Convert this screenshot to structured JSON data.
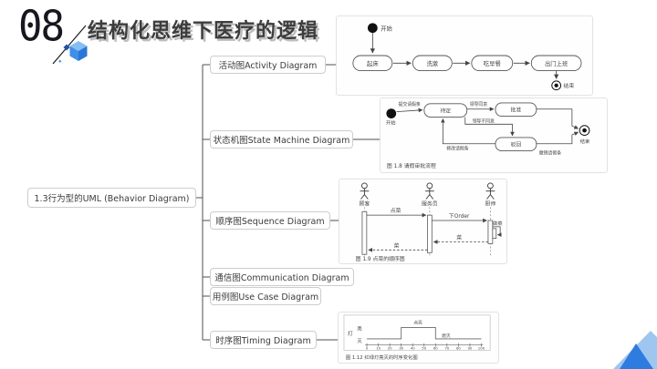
{
  "slide": {
    "page_number": "08",
    "title": "结构化思维下医疗的逻辑"
  },
  "mindmap": {
    "root_label": "1.3行为型的UML (Behavior Diagram)",
    "branches": [
      {
        "label": "活动图Activity Diagram"
      },
      {
        "label": "状态机图State Machine Diagram"
      },
      {
        "label": "顺序图Sequence Diagram"
      },
      {
        "label": "通信图Communication Diagram"
      },
      {
        "label": "用例图Use Case Diagram"
      },
      {
        "label": "时序图Timing Diagram"
      }
    ]
  },
  "activity_diagram": {
    "start_label": "开始",
    "steps": {
      "s1": "起床",
      "s2": "洗漱",
      "s3": "吃早餐",
      "s4": "出门上班"
    },
    "end_label": "结束"
  },
  "state_machine_diagram": {
    "start_label": "开始",
    "states": {
      "pending": "待定",
      "approved": "批准",
      "rejected": "驳回"
    },
    "transitions": {
      "submit": "提交请假条",
      "approve": "领导同意",
      "reject": "领导不同意",
      "revise": "修改请假条",
      "withdraw": "撤销请假条"
    },
    "end_label": "结束",
    "caption": "图 1.8  请假审批流程"
  },
  "sequence_diagram": {
    "actors": {
      "customer": "顾客",
      "waiter": "服务员",
      "chef": "厨师"
    },
    "messages": {
      "order": "点菜",
      "place_order": "下Order",
      "cook": "做菜",
      "dish_return1": "菜",
      "dish_return2": "菜"
    },
    "caption": "图 1.9  点菜的顺序图"
  },
  "timing_diagram": {
    "object_label": "灯",
    "state_on": "亮",
    "state_off": "灭",
    "on_annotation": "点亮",
    "off_annotation": "熄灭",
    "x_ticks": [
      "0",
      "10",
      "20",
      "30",
      "40",
      "50",
      "60",
      "70",
      "80",
      "90",
      "100"
    ],
    "wave": {
      "low1": [
        0,
        30
      ],
      "high": [
        30,
        60
      ],
      "low2": [
        60,
        100
      ]
    },
    "caption": "图 1.12  红绿灯亮灭的时序变化图"
  },
  "colors": {
    "accent_blue": "#2e7ce0",
    "light_blue": "#9fc6f0",
    "cube_top": "#85bdf4",
    "title_text": "#3d3d3d",
    "line_gray": "#4f4f4f"
  }
}
